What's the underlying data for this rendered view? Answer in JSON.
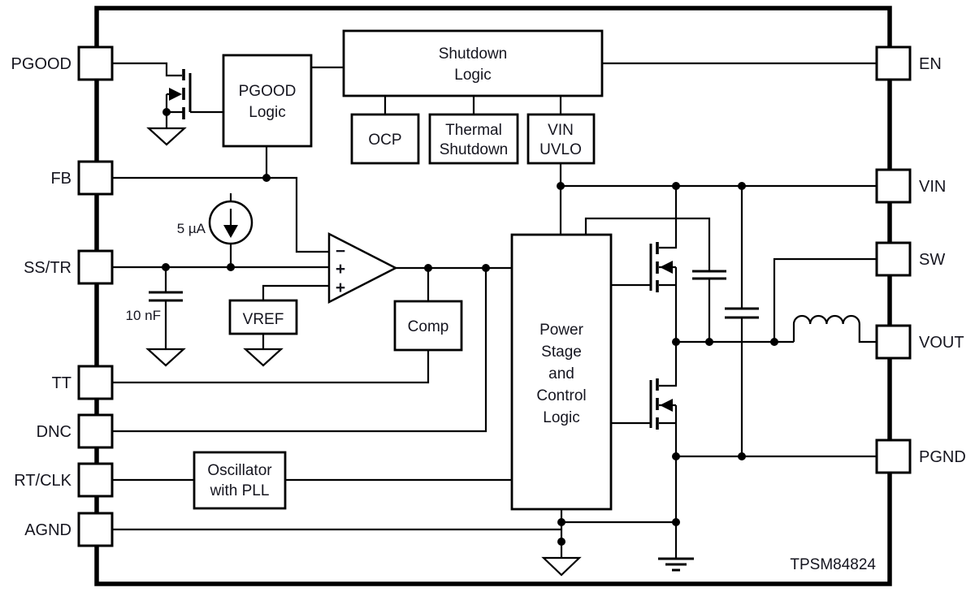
{
  "part_number": "TPSM84824",
  "pins": {
    "left": [
      {
        "label": "PGOOD"
      },
      {
        "label": "FB"
      },
      {
        "label": "SS/TR"
      },
      {
        "label": "TT"
      },
      {
        "label": "DNC"
      },
      {
        "label": "RT/CLK"
      },
      {
        "label": "AGND"
      }
    ],
    "right": [
      {
        "label": "EN"
      },
      {
        "label": "VIN"
      },
      {
        "label": "SW"
      },
      {
        "label": "VOUT"
      },
      {
        "label": "PGND"
      }
    ]
  },
  "blocks": {
    "shutdown_logic": {
      "lines": [
        "Shutdown",
        "Logic"
      ]
    },
    "pgood_logic": {
      "lines": [
        "PGOOD",
        "Logic"
      ]
    },
    "ocp": {
      "lines": [
        "OCP"
      ]
    },
    "thermal_shutdown": {
      "lines": [
        "Thermal",
        "Shutdown"
      ]
    },
    "vin_uvlo": {
      "lines": [
        "VIN",
        "UVLO"
      ]
    },
    "vref": {
      "lines": [
        "VREF"
      ]
    },
    "comp": {
      "lines": [
        "Comp"
      ]
    },
    "oscillator": {
      "lines": [
        "Oscillator",
        "with PLL"
      ]
    },
    "power_stage": {
      "lines": [
        "Power",
        "Stage",
        "and",
        "Control",
        "Logic"
      ]
    }
  },
  "annotations": {
    "current_source": "5 µA",
    "ss_capacitor": "10 nF"
  },
  "opamp": {
    "neg": "−",
    "pos1": "+",
    "pos2": "+"
  },
  "colors": {
    "line": "#000000",
    "text": "#15151f",
    "background": "#ffffff"
  }
}
